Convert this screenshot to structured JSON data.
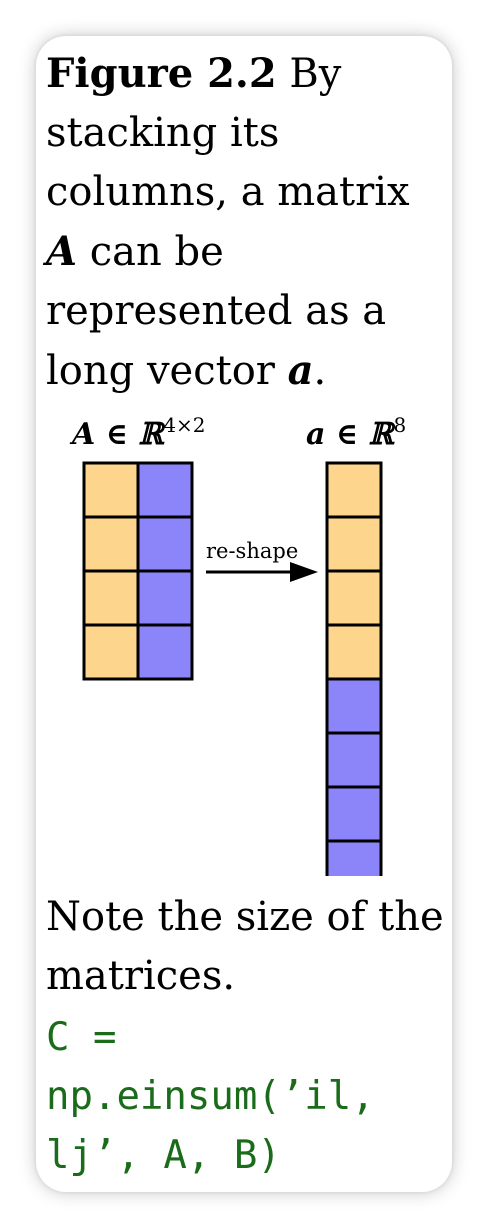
{
  "caption": {
    "label": "Figure 2.2",
    "text_1": " By stacking its columns, a matrix ",
    "matrix_symbol": "A",
    "text_2": " can be represented as a long vector ",
    "vector_symbol": "a",
    "text_3": "."
  },
  "figure": {
    "matrix_label": "A ∈ ℝ",
    "matrix_exponent": "4×2",
    "vector_label": "a ∈ ℝ",
    "vector_exponent": "8",
    "arrow_label": "re-shape",
    "matrix_rows": 4,
    "matrix_cols": 2,
    "vector_length": 8,
    "colors": {
      "column_1": "#fdd58c",
      "column_2": "#8c85f9",
      "cell_border": "#000000"
    }
  },
  "note": {
    "text": "Note the size of the matrices."
  },
  "code": {
    "line_1": "C =",
    "line_2": "np.einsum(’il,",
    "line_3": "lj’, A, B)"
  }
}
